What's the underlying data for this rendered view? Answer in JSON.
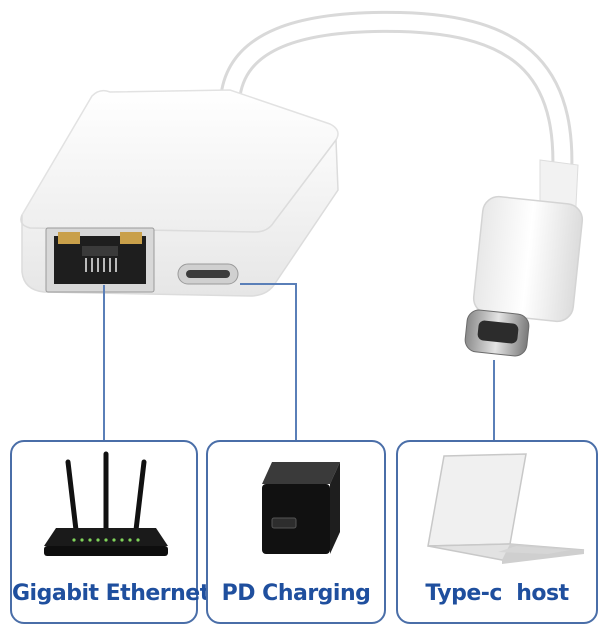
{
  "labels": {
    "ethernet": "Gigabit Ethernet",
    "charging": "PD Charging",
    "host": "Type-c  host"
  },
  "icons": [
    "router-icon",
    "power-adapter-icon",
    "laptop-icon"
  ],
  "colors": {
    "accent": "#1f4f9e",
    "border": "#4a6ea8",
    "connector_line": "#5a7fb8",
    "adapter_body": "#f7f7f7"
  }
}
